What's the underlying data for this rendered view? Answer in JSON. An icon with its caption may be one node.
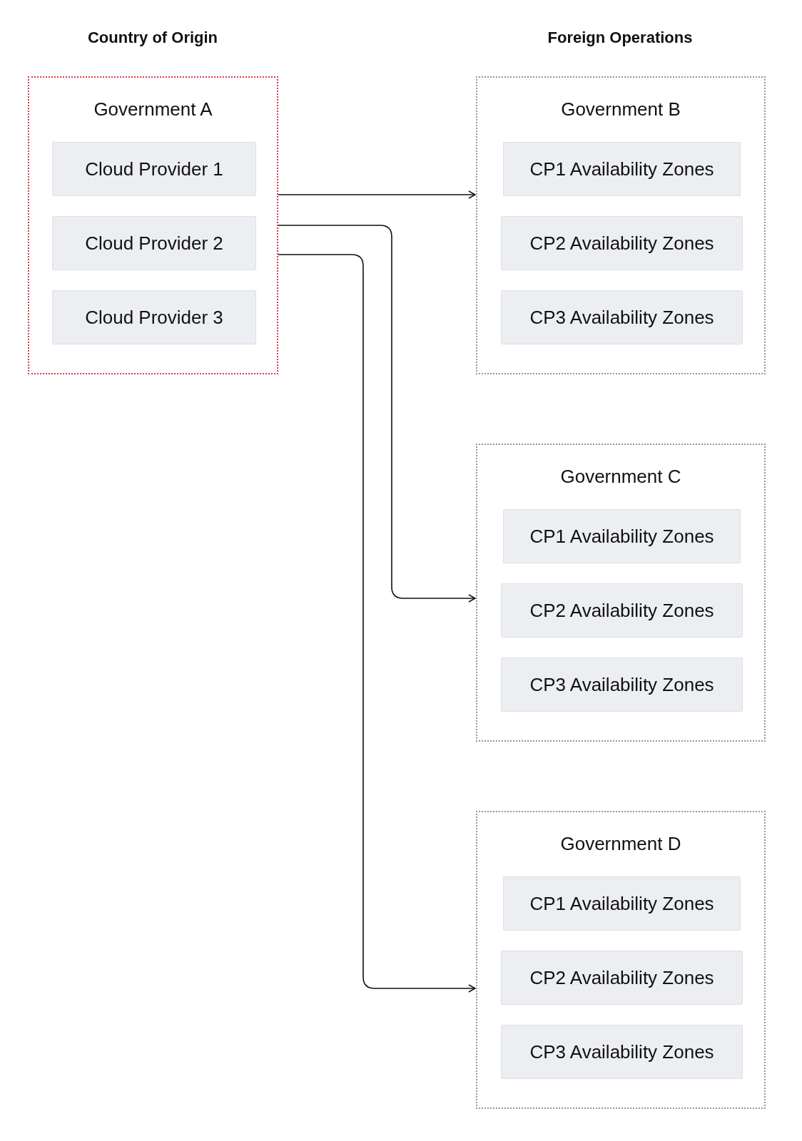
{
  "diagram": {
    "nodes": [
      {
        "text": [
          "Government A"
        ]
      },
      {
        "text": [
          "Cloud Provider 1"
        ],
        "in": 0
      },
      {
        "text": [
          "Cloud Provider 2"
        ],
        "in": 0
      },
      {
        "text": [
          "Cloud Provider 3"
        ],
        "in": 0
      },
      {
        "text": [
          "Government B"
        ]
      },
      {
        "text": [
          "CP1 Availability Zones"
        ],
        "in": 4
      },
      {
        "text": [
          "CP2 Availability Zones"
        ],
        "in": 4
      },
      {
        "text": [
          "CP3 Availability Zones"
        ],
        "in": 4
      },
      {
        "text": [
          "Government C"
        ]
      },
      {
        "text": [
          "CP1 Availability Zones"
        ],
        "in": 8
      },
      {
        "text": [
          "CP2 Availability Zones"
        ],
        "in": 8
      },
      {
        "text": [
          "CP3 Availability Zones"
        ],
        "in": 8
      },
      {
        "text": [
          "Government D"
        ]
      },
      {
        "text": [
          "CP1 Availability Zones"
        ],
        "in": 12
      },
      {
        "text": [
          "CP2 Availability Zones"
        ],
        "in": 12
      },
      {
        "text": [
          "CP3 Availability Zones"
        ],
        "in": 12
      }
    ],
    "edges": [
      {
        "from": 0,
        "to": 4,
        "arrow": "to"
      },
      {
        "from": 0,
        "to": 8,
        "arrow": "to"
      },
      {
        "from": 0,
        "to": 12,
        "arrow": "to"
      }
    ],
    "labels": [
      "Country of Origin",
      "Foreign Operations"
    ]
  }
}
